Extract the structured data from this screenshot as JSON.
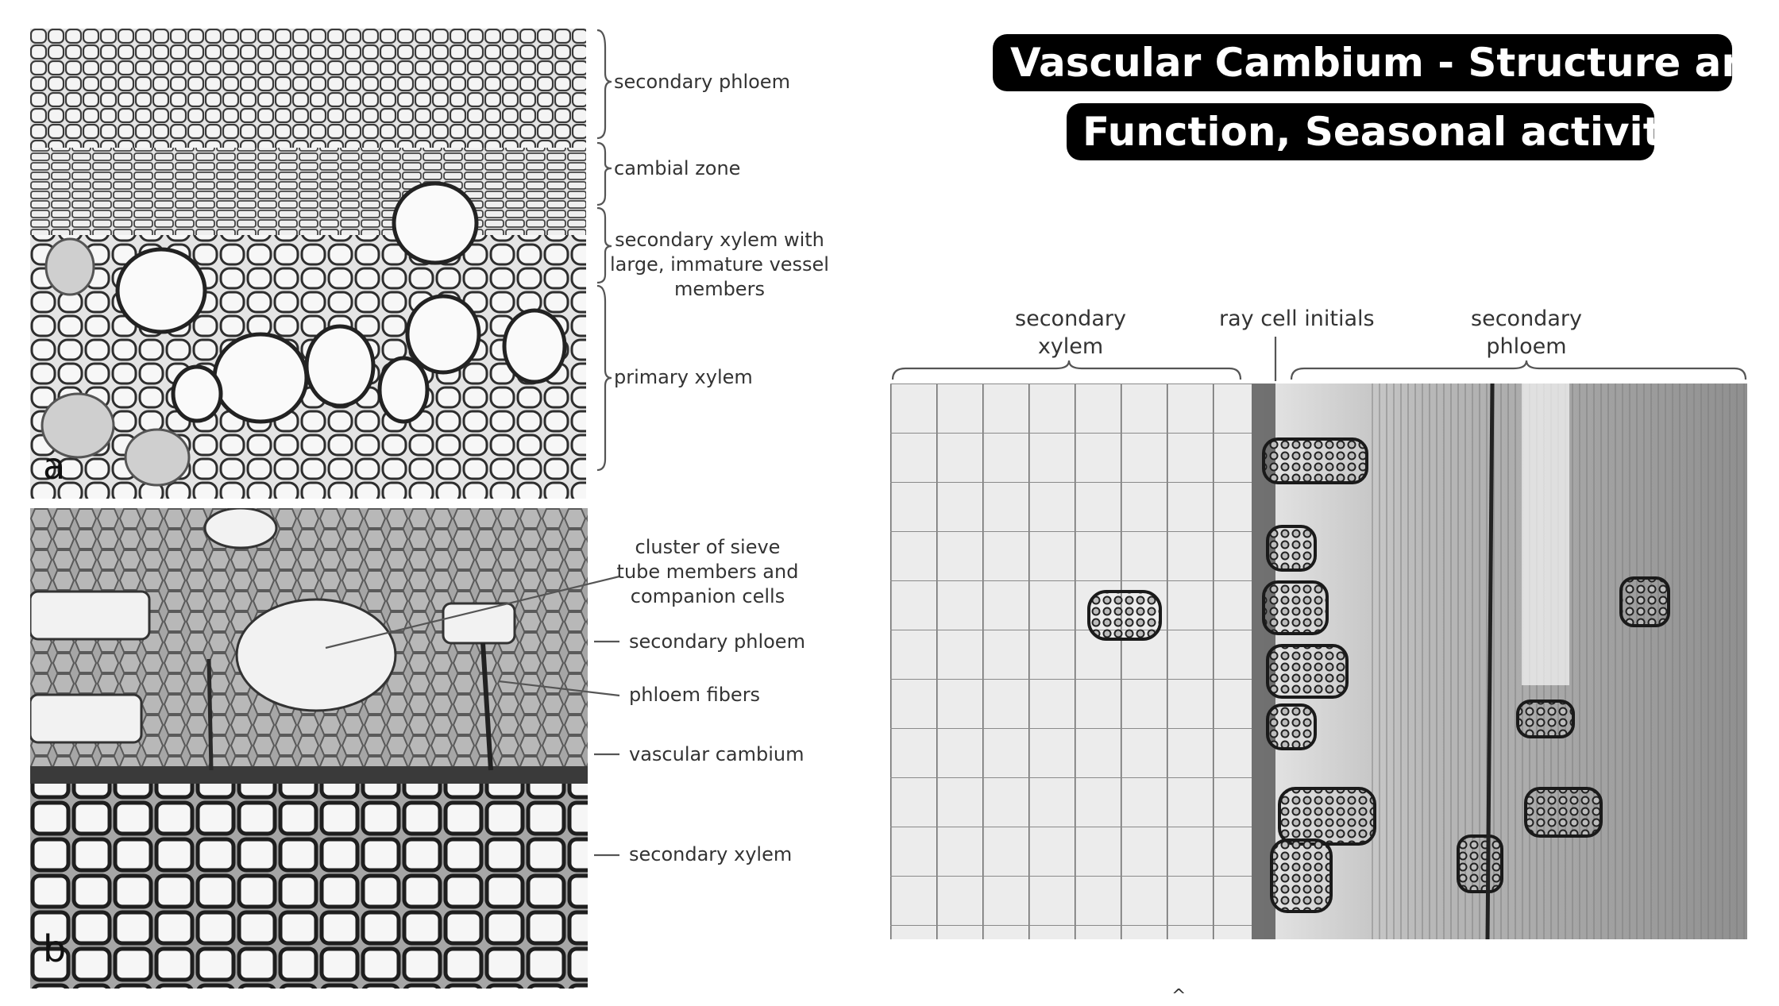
{
  "title": {
    "line1": "Vascular Cambium - Structure and",
    "line2": "Function, Seasonal activity"
  },
  "panel_a": {
    "letter": "a",
    "labels": {
      "secondary_phloem": "secondary phloem",
      "cambial_zone": "cambial zone",
      "secondary_xylem_l1": "secondary xylem with",
      "secondary_xylem_l2": "large, immature vessel",
      "secondary_xylem_l3": "members",
      "primary_xylem": "primary xylem"
    }
  },
  "panel_b": {
    "letter": "b",
    "labels": {
      "cluster_l1": "cluster of sieve",
      "cluster_l2": "tube members and",
      "cluster_l3": "companion cells",
      "secondary_phloem": "secondary phloem",
      "phloem_fibers": "phloem fibers",
      "vascular_cambium": "vascular cambium",
      "secondary_xylem": "secondary xylem"
    }
  },
  "panel_c": {
    "labels": {
      "secondary_xylem_l1": "secondary",
      "secondary_xylem_l2": "xylem",
      "ray_cell_initials": "ray cell initials",
      "secondary_phloem_l1": "secondary",
      "secondary_phloem_l2": "phloem"
    }
  },
  "footer_mark": "^"
}
